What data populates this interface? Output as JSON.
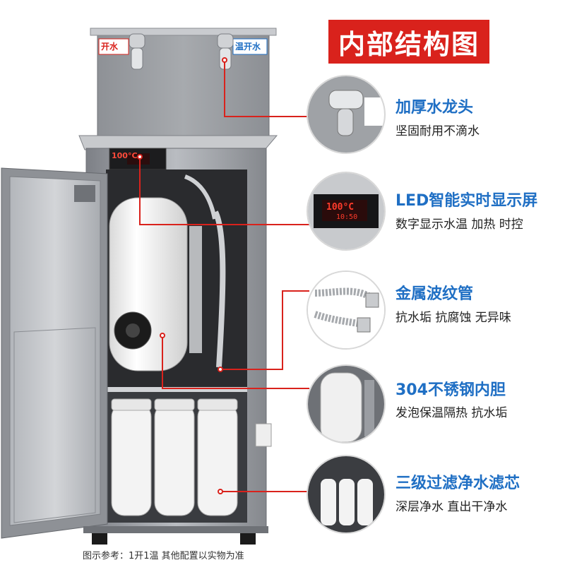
{
  "title": "内部结构图",
  "faucet_labels": {
    "hot": "开水",
    "warm": "温开水"
  },
  "display_reading": {
    "temp": "100°C",
    "time": "10:50"
  },
  "features": [
    {
      "heading": "加厚水龙头",
      "sub": "坚固耐用不滴水",
      "icon": "faucet-icon"
    },
    {
      "heading": "LED智能实时显示屏",
      "sub": "数字显示水温  加热  时控",
      "icon": "led-display-icon"
    },
    {
      "heading": "金属波纹管",
      "sub": "抗水垢  抗腐蚀  无异味",
      "icon": "metal-hose-icon"
    },
    {
      "heading": "304不锈钢内胆",
      "sub": "发泡保温隔热  抗水垢",
      "icon": "steel-tank-icon"
    },
    {
      "heading": "三级过滤净水滤芯",
      "sub": "深层净水  直出干净水",
      "icon": "filter-cartridge-icon"
    }
  ],
  "caption": "图示参考：1开1温  其他配置以实物为准",
  "colors": {
    "accent_red": "#d9221c",
    "heading_blue": "#1f6fc4",
    "steel": "#9a9da2"
  }
}
